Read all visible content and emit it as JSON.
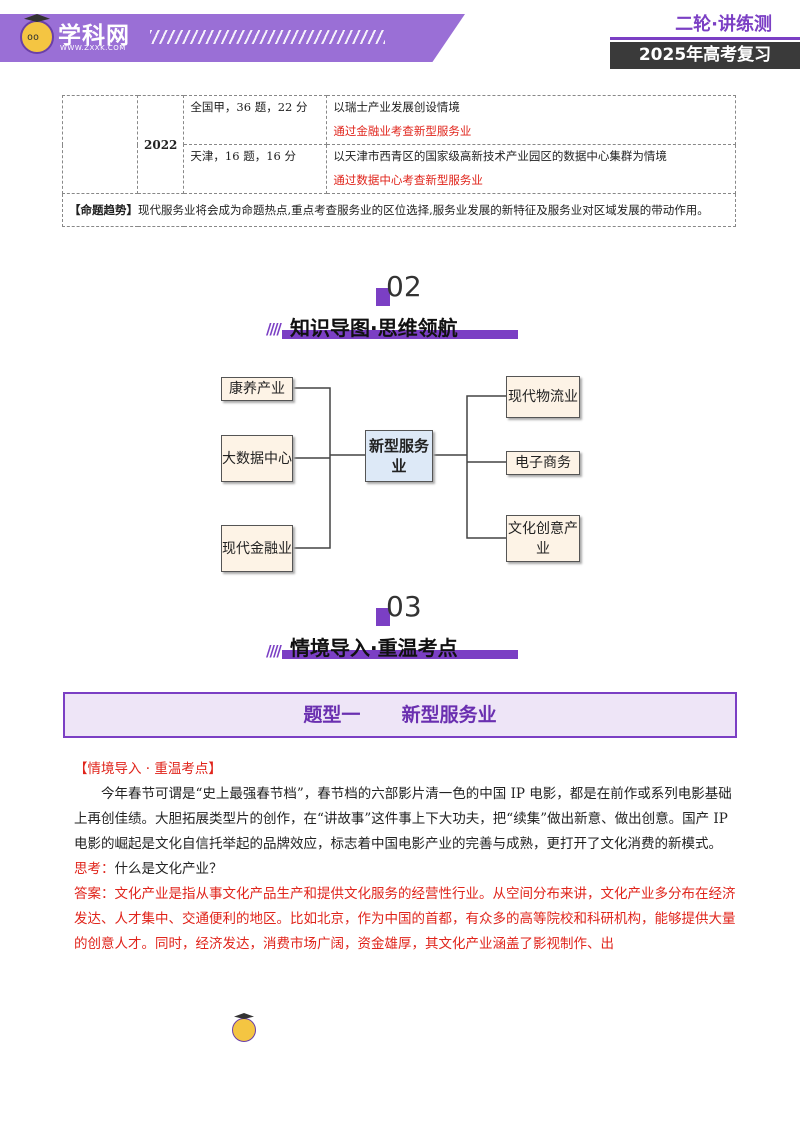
{
  "header": {
    "logo_text": "学科网",
    "logo_url": "WWW.ZXXK.COM",
    "series": "二轮·讲练测",
    "subtitle": "2025年高考复习"
  },
  "exam_table": {
    "year": "2022",
    "rows": [
      {
        "source": "全国甲，36 题，22 分",
        "context": "以瑞士产业发展创设情境",
        "focus": "通过金融业考查新型服务业"
      },
      {
        "source": "天津，16 题，16 分",
        "context": "以天津市西青区的国家级高新技术产业园区的数据中心集群为情境",
        "focus": "通过数据中心考查新型服务业"
      }
    ],
    "trend_label": "【命题趋势】",
    "trend_text": "现代服务业将会成为命题热点,重点考查服务业的区位选择,服务业发展的新特征及服务业对区域发展的带动作用。"
  },
  "section02": {
    "number": "02",
    "title": "知识导图·思维领航"
  },
  "mindmap": {
    "center": "新型服务业",
    "left": [
      "康养产业",
      "大数据中心",
      "现代金融业"
    ],
    "right": [
      "现代物流业",
      "电子商务",
      "文化创意产业"
    ]
  },
  "section03": {
    "number": "03",
    "title": "情境导入·重温考点"
  },
  "banner": {
    "left": "题型一",
    "right": "新型服务业"
  },
  "content": {
    "tag": "【情境导入 · 重温考点】",
    "paragraph": "今年春节可谓是“史上最强春节档”，春节档的六部影片清一色的中国 IP 电影，都是在前作或系列电影基础上再创佳绩。大胆拓展类型片的创作，在“讲故事”这件事上下大功夫，把“续集”做出新意、做出创意。国产 IP 电影的崛起是文化自信托举起的品牌效应，标志着中国电影产业的完善与成熟，更打开了文化消费的新模式。",
    "question_label": "思考：",
    "question": "什么是文化产业？",
    "answer_label": "答案：",
    "answer": "文化产业是指从事文化产品生产和提供文化服务的经营性行业。从空间分布来讲，文化产业多分布在经济发达、人才集中、交通便利的地区。比如北京，作为中国的首都，有众多的高等院校和科研机构，能够提供大量的创意人才。同时，经济发达，消费市场广阔，资金雄厚，其文化产业涵盖了影视制作、出"
  },
  "colors": {
    "accent": "#7b3fc4",
    "answer_red": "#e0241b"
  }
}
